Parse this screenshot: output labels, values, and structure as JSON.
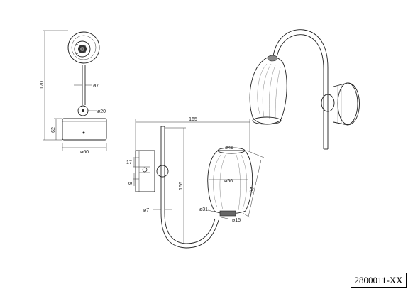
{
  "product_code": "2800011-XX",
  "front_view": {
    "height_dim": "170",
    "arm_dia": "ø7",
    "joint_dia": "ø20",
    "base_height": "62",
    "base_dia": "ø60"
  },
  "side_view": {
    "projection": "165",
    "top_offset": "17",
    "bracket_offset": "9",
    "height_dim": "166",
    "arm_dia": "ø7",
    "shade_top_dia": "ø46",
    "shade_max_dia": "ø56",
    "shade_length": "84",
    "bulb_dia": "ø31",
    "holder_dia": "ø15"
  }
}
